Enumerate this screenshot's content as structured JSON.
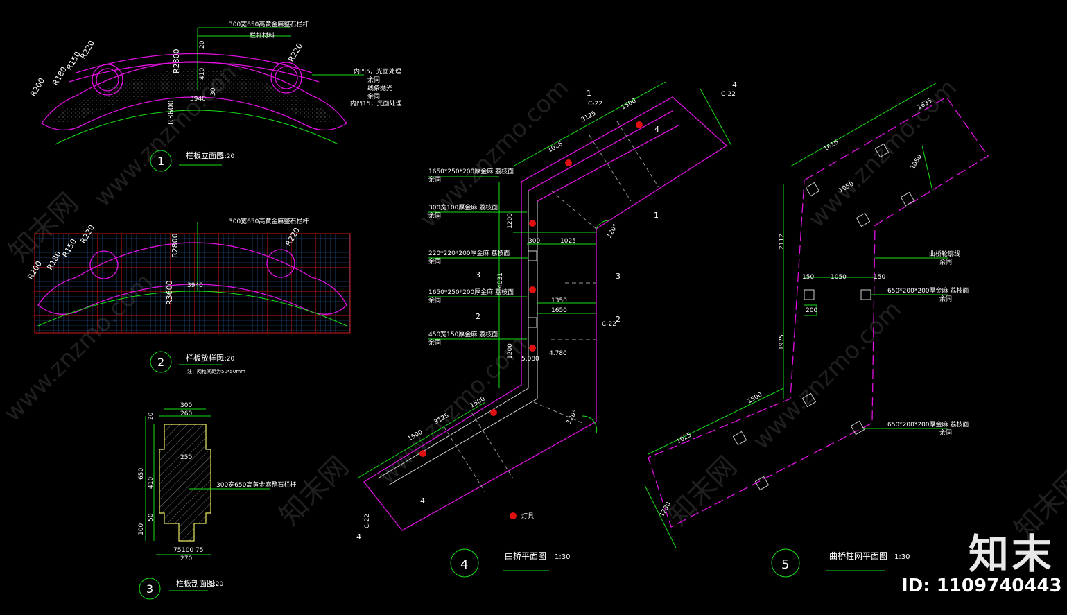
{
  "views": {
    "v1": {
      "num": "1",
      "title": "栏板立面图",
      "scale": "1:20"
    },
    "v2": {
      "num": "2",
      "title": "栏板放样图",
      "scale": "1:20",
      "note": "注：网格间距为50*50mm"
    },
    "v3": {
      "num": "3",
      "title": "栏板剖面图",
      "scale": "1:20"
    },
    "v4": {
      "num": "4",
      "title": "曲桥平面图",
      "scale": "1:30"
    },
    "v5": {
      "num": "5",
      "title": "曲桥柱网平面图",
      "scale": "1:30"
    }
  },
  "labels": {
    "elev_top_note": "300宽650高黄金麻整石栏杆",
    "elev_top_sub": "栏杆材料",
    "elev_r1": "R220",
    "elev_r2": "R150",
    "elev_r3": "R180",
    "elev_r4": "R200",
    "elev_r5": "R220",
    "elev_r6": "R2800",
    "elev_r7": "R3600",
    "elev_span": "3940",
    "elev_d1": "20",
    "elev_d2": "410",
    "elev_d3": "30",
    "elev_n1": "内凹5，光面处理",
    "elev_n2": "余同",
    "elev_n3": "线条抛光",
    "elev_n4": "余同",
    "elev_n5": "内凹15，光面处理",
    "loft_top_note": "300宽650高黄金麻整石栏杆",
    "sec_300": "300",
    "sec_260": "260",
    "sec_250": "250",
    "sec_270": "270",
    "sec_650": "650",
    "sec_410": "410",
    "sec_note": "300宽650高黄金麻整石栏杆",
    "sec_d1": "20",
    "sec_d2": "100",
    "sec_d3": "50",
    "sec_d4": "75",
    "sec_d5": "100",
    "sec_d6": "75",
    "p4_n1": "1650*250*200厚金麻 荔枝面",
    "p4_n1b": "余同",
    "p4_n2": "300宽100厚金麻 荔枝面",
    "p4_n2b": "余同",
    "p4_n3": "220*220*200厚金麻 荔枝面",
    "p4_n3b": "余同",
    "p4_n4": "1650*250*200厚金麻 荔枝面",
    "p4_n4b": "余同",
    "p4_n5": "450宽150厚金麻 荔枝面",
    "p4_n5b": "余同",
    "p4_dim_3125a": "3125",
    "p4_dim_1500a": "1500",
    "p4_dim_1026": "1026",
    "p4_dim_1350": "1350",
    "p4_dim_1025": "1025",
    "p4_dim_1650": "1650",
    "p4_dim_300": "300",
    "p4_dim_1200a": "1200",
    "p4_dim_1200b": "1200",
    "p4_dim_4031": "4031",
    "p4_dim_3125b": "3125",
    "p4_dim_1500b": "1500",
    "p4_dim_1500c": "1500",
    "p4_dim_120a": "120°",
    "p4_dim_120b": "120°",
    "p4_elev_a": "4.780",
    "p4_elev_b": "5.080",
    "p4_sym": "C-22",
    "p4_legend": "灯具",
    "p5_dim_1635": "1635",
    "p5_dim_1616": "1616",
    "p5_dim_1050a": "1050",
    "p5_dim_1050b": "1050",
    "p5_dim_1050c": "1050",
    "p5_dim_2112": "2112",
    "p5_dim_1975": "1975",
    "p5_dim_1500": "1500",
    "p5_dim_1025": "1025",
    "p5_dim_1230": "1230",
    "p5_dim_150a": "150",
    "p5_dim_150b": "150",
    "p5_dim_200": "200",
    "p5_n1": "曲桥轮廓线",
    "p5_n1b": "余同",
    "p5_n2": "650*200*200厚金麻 荔枝面",
    "p5_n2b": "余同",
    "p5_n3": "650*200*200厚金麻 荔枝面",
    "p5_n3b": "余同",
    "sec_mark_1": "1",
    "sec_mark_2": "2",
    "sec_mark_3": "3",
    "sec_mark_4": "4"
  },
  "watermark": {
    "text": "www.znzmo.com",
    "cn": "知末网"
  },
  "brand": {
    "logo": "知末",
    "id": "ID: 1109740443"
  },
  "colors": {
    "background": "#000000",
    "dim_lines": "#16e016",
    "outline": "#e011e0",
    "grid": "#d01616",
    "grid_fine": "#2a66b0"
  }
}
